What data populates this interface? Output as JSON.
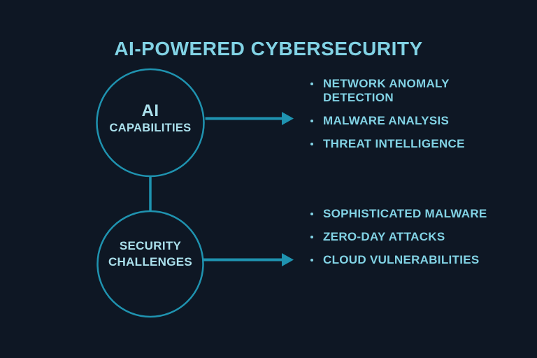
{
  "title": "AI-POWERED CYBERSECURITY",
  "colors": {
    "background": "#0e1724",
    "stroke": "#1f93b0",
    "text": "#82d3e5",
    "node_text": "#abe0ec"
  },
  "sections": [
    {
      "node": {
        "line1": "AI",
        "line2": "CAPABILITIES"
      },
      "items": [
        "NETWORK ANOMALY DETECTION",
        "MALWARE ANALYSIS",
        "THREAT INTELLIGENCE"
      ]
    },
    {
      "node": {
        "line1": "SECURITY",
        "line2": "CHALLENGES"
      },
      "items": [
        "SOPHISTICATED MALWARE",
        "ZERO-DAY ATTACKS",
        "CLOUD VULNERABILITIES"
      ]
    }
  ]
}
